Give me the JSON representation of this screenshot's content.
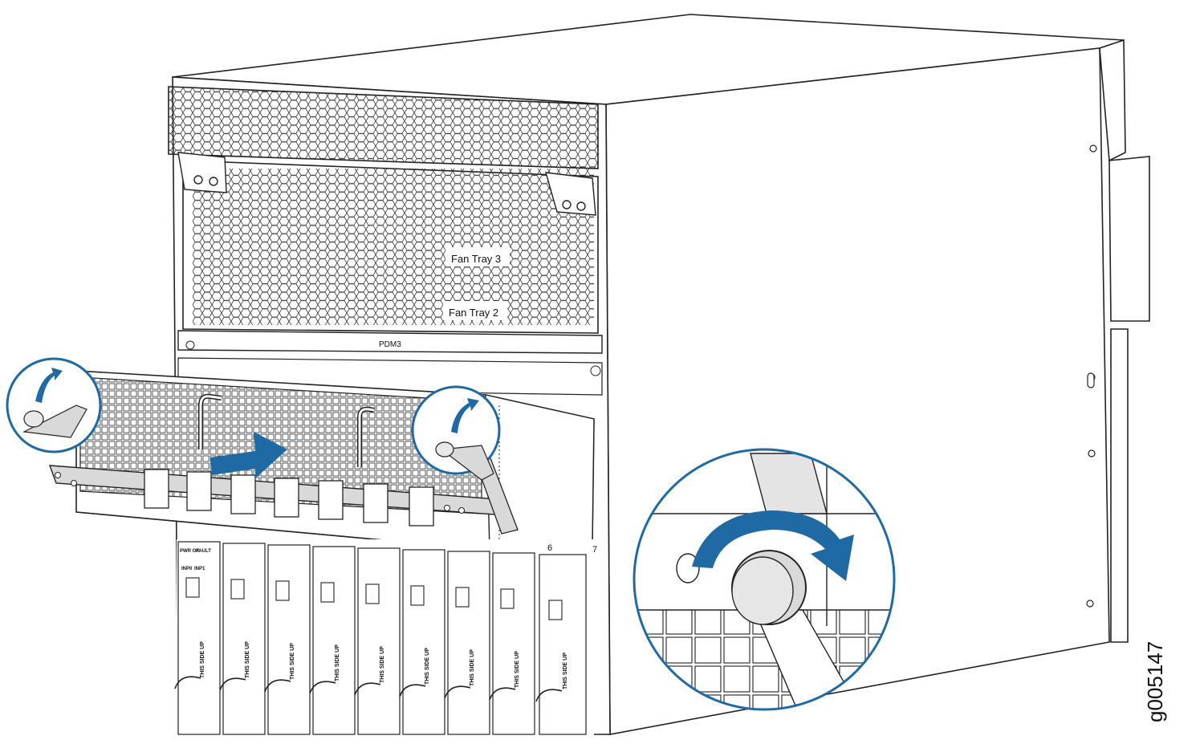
{
  "labels": {
    "fan_tray_3": "Fan Tray 3",
    "fan_tray_2": "Fan Tray 2",
    "pdm": "PDM3",
    "slot_6": "6",
    "slot_7": "7",
    "figure_id": "g005147"
  },
  "psm": {
    "pwr_ok": "PWR OK",
    "fault": "FAULT",
    "inp0": "INP0",
    "inp1": "INP1",
    "this_side_up": "THIS SIDE UP"
  },
  "colors": {
    "accent_blue": "#1f6aa5",
    "line": "#222222",
    "panel_fill": "#ffffff",
    "shade": "#d9d9d9"
  },
  "icons": [
    "curved-arrow-icon",
    "push-arrow-icon",
    "rotate-arrow-icon"
  ]
}
